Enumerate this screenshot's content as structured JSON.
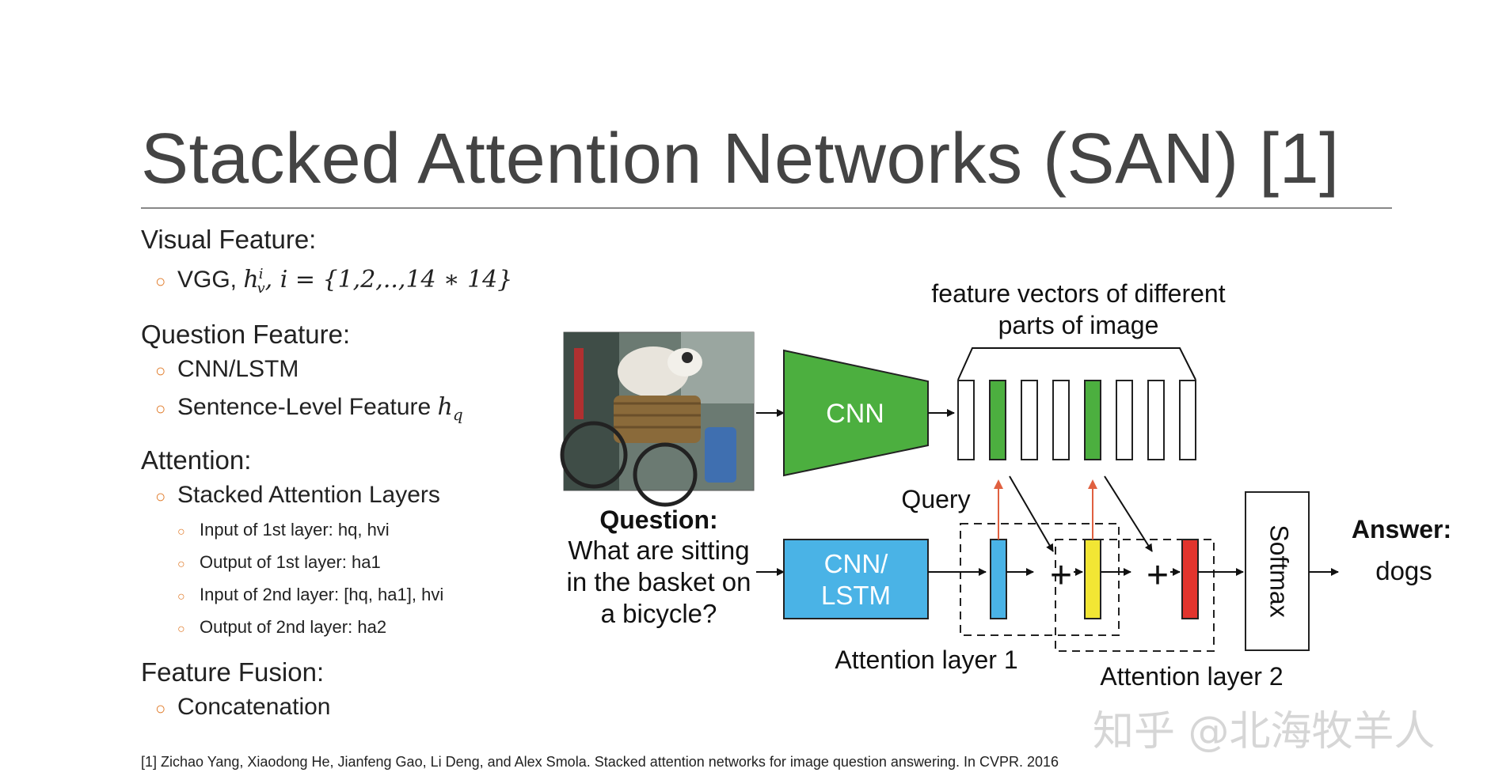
{
  "title": "Stacked Attention Networks (SAN) [1]",
  "sections": {
    "visual": {
      "heading": "Visual Feature:",
      "bullet_prefix": "VGG, ",
      "bullet_math": "h",
      "bullet_sup": "i",
      "bullet_sub": "v",
      "bullet_rest": ", i = {1,2,..,14 ∗ 14}"
    },
    "question": {
      "heading": "Question Feature:",
      "bullet1": "CNN/LSTM",
      "bullet2_prefix": "Sentence-Level Feature ",
      "bullet2_math": "h",
      "bullet2_sub": "q"
    },
    "attention": {
      "heading": "Attention:",
      "bullet1": "Stacked Attention Layers",
      "sub1": "Input of 1st layer: hq, hvi",
      "sub2": "Output of 1st layer: ha1",
      "sub3": "Input of 2nd layer: [hq, ha1],  hvi",
      "sub4": "Output of 2nd layer: ha2"
    },
    "fusion": {
      "heading": "Feature Fusion:",
      "bullet1": "Concatenation"
    }
  },
  "diagram": {
    "feature_caption_line1": "feature vectors of different",
    "feature_caption_line2": "parts of image",
    "cnn_label": "CNN",
    "cnn_lstm_line1": "CNN/",
    "cnn_lstm_line2": "LSTM",
    "question_title": "Question:",
    "question_line1": "What are sitting",
    "question_line2": "in the basket on",
    "question_line3": "a bicycle?",
    "query_label": "Query",
    "plus1": "+",
    "plus2": "+",
    "softmax_label": "Softmax",
    "answer_title": "Answer:",
    "answer_value": "dogs",
    "attention_layer1": "Attention layer 1",
    "attention_layer2": "Attention layer 2",
    "colors": {
      "cnn_green": "#4caf3f",
      "lstm_blue": "#4ab3e6",
      "yellow": "#f2e634",
      "red": "#e2342d",
      "arrow_red": "#e06040"
    }
  },
  "footnote": "[1] Zichao Yang, Xiaodong He, Jianfeng Gao, Li Deng, and Alex Smola. Stacked attention networks for image question answering. In CVPR. 2016",
  "watermark": "知乎 @北海牧羊人"
}
